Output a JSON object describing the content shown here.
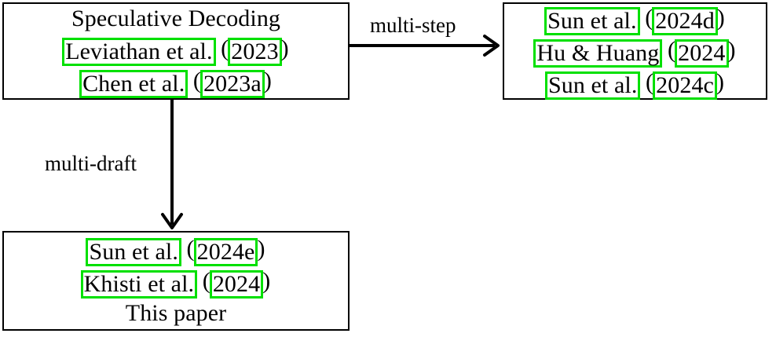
{
  "diagram": {
    "type": "flow-diagram",
    "background_color": "#ffffff",
    "line_color": "#000000",
    "highlight_color": "#00e000",
    "nodes": [
      {
        "id": "speculative-decoding",
        "lines": [
          {
            "segments": [
              {
                "text": "Speculative Decoding",
                "highlight": false
              }
            ]
          },
          {
            "segments": [
              {
                "text": "Leviathan et al.",
                "highlight": true
              },
              {
                "text": " (",
                "highlight": false
              },
              {
                "text": "2023",
                "highlight": true
              },
              {
                "text": ")",
                "highlight": false
              }
            ]
          },
          {
            "segments": [
              {
                "text": "Chen et al.",
                "highlight": true
              },
              {
                "text": " (",
                "highlight": false
              },
              {
                "text": "2023a",
                "highlight": true
              },
              {
                "text": ")",
                "highlight": false
              }
            ]
          }
        ]
      },
      {
        "id": "multi-step-works",
        "lines": [
          {
            "segments": [
              {
                "text": "Sun et al.",
                "highlight": true
              },
              {
                "text": " (",
                "highlight": false
              },
              {
                "text": "2024d",
                "highlight": true
              },
              {
                "text": ")",
                "highlight": false
              }
            ]
          },
          {
            "segments": [
              {
                "text": "Hu & Huang",
                "highlight": true
              },
              {
                "text": " (",
                "highlight": false
              },
              {
                "text": "2024",
                "highlight": true
              },
              {
                "text": ")",
                "highlight": false
              }
            ]
          },
          {
            "segments": [
              {
                "text": "Sun et al.",
                "highlight": true
              },
              {
                "text": " (",
                "highlight": false
              },
              {
                "text": "2024c",
                "highlight": true
              },
              {
                "text": ")",
                "highlight": false
              }
            ]
          }
        ]
      },
      {
        "id": "multi-draft-works",
        "lines": [
          {
            "segments": [
              {
                "text": "Sun et al.",
                "highlight": true
              },
              {
                "text": " (",
                "highlight": false
              },
              {
                "text": "2024e",
                "highlight": true
              },
              {
                "text": ")",
                "highlight": false
              }
            ]
          },
          {
            "segments": [
              {
                "text": "Khisti et al.",
                "highlight": true
              },
              {
                "text": " (",
                "highlight": false
              },
              {
                "text": "2024",
                "highlight": true
              },
              {
                "text": ")",
                "highlight": false
              }
            ]
          },
          {
            "segments": [
              {
                "text": "This paper",
                "highlight": false
              }
            ]
          }
        ]
      }
    ],
    "edges": [
      {
        "id": "multi-step",
        "label": "multi-step",
        "from": "speculative-decoding",
        "to": "multi-step-works",
        "direction": "right"
      },
      {
        "id": "multi-draft",
        "label": "multi-draft",
        "from": "speculative-decoding",
        "to": "multi-draft-works",
        "direction": "down"
      }
    ]
  },
  "text": {
    "n0_l0_s0": "Speculative Decoding",
    "n0_l1_s0": "Leviathan et al.",
    "n0_l1_s1": " (",
    "n0_l1_s2": "2023",
    "n0_l1_s3": ")",
    "n0_l2_s0": "Chen et al.",
    "n0_l2_s1": " (",
    "n0_l2_s2": "2023a",
    "n0_l2_s3": ")",
    "n1_l0_s0": "Sun et al.",
    "n1_l0_s1": " (",
    "n1_l0_s2": "2024d",
    "n1_l0_s3": ")",
    "n1_l1_s0": "Hu & Huang",
    "n1_l1_s1": " (",
    "n1_l1_s2": "2024",
    "n1_l1_s3": ")",
    "n1_l2_s0": "Sun et al.",
    "n1_l2_s1": " (",
    "n1_l2_s2": "2024c",
    "n1_l2_s3": ")",
    "n2_l0_s0": "Sun et al.",
    "n2_l0_s1": " (",
    "n2_l0_s2": "2024e",
    "n2_l0_s3": ")",
    "n2_l1_s0": "Khisti et al.",
    "n2_l1_s1": " (",
    "n2_l1_s2": "2024",
    "n2_l1_s3": ")",
    "n2_l2_s0": "This paper",
    "edge_multi_step": "multi-step",
    "edge_multi_draft": "multi-draft"
  }
}
